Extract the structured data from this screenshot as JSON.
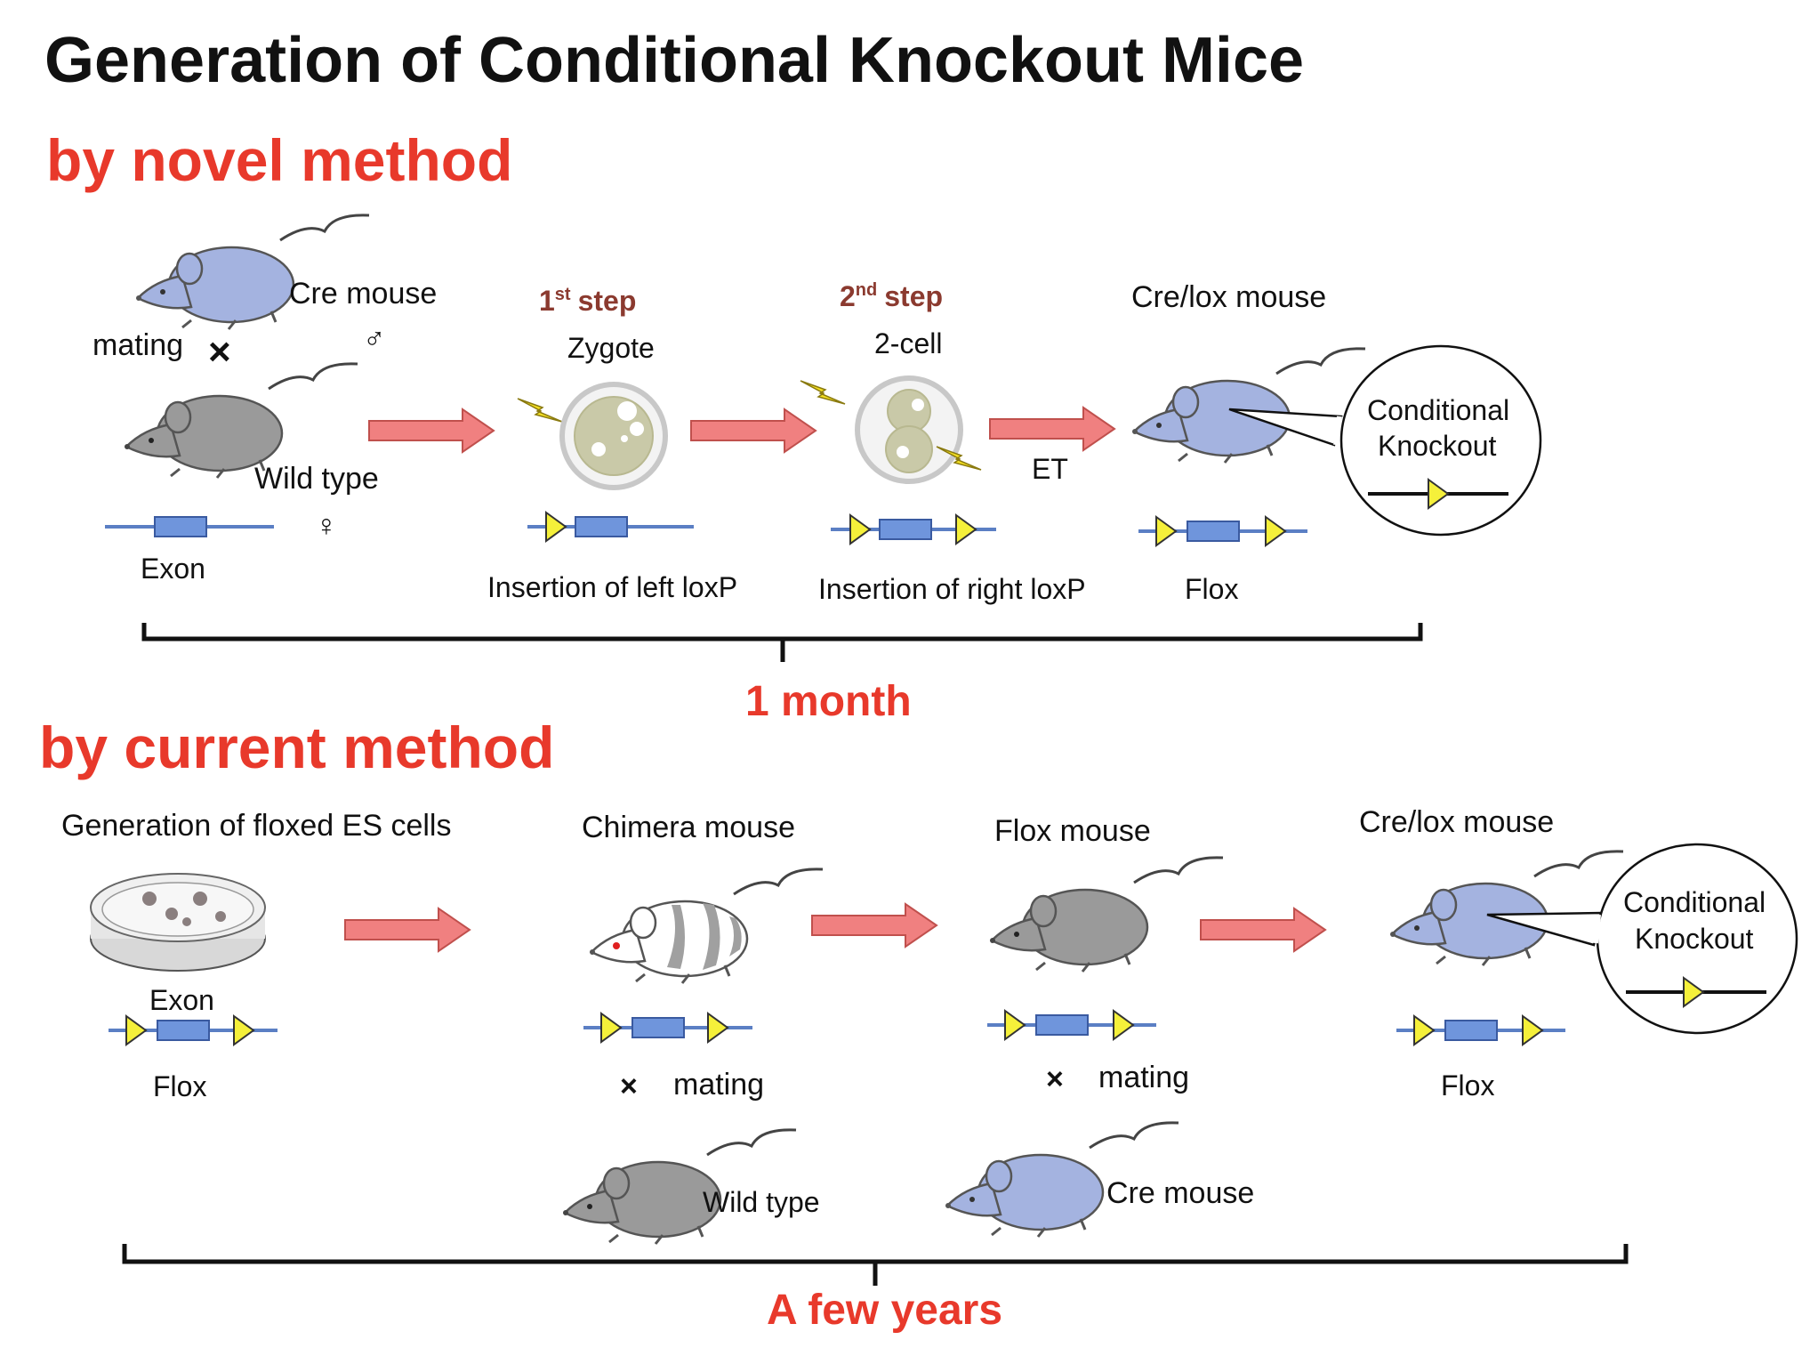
{
  "title": "Generation of Conditional Knockout Mice",
  "novel": {
    "heading": "by novel method",
    "cre_mouse": "Cre mouse",
    "mating": "mating",
    "cross_symbol": "×",
    "male_symbol": "♂",
    "female_symbol": "♀",
    "wild_type": "Wild type",
    "exon": "Exon",
    "step1_num": "1",
    "step1_sup": "st",
    "step1_word": "step",
    "zygote": "Zygote",
    "insertion_left": "Insertion of left loxP",
    "step2_num": "2",
    "step2_sup": "nd",
    "step2_word": "step",
    "two_cell": "2-cell",
    "insertion_right": "Insertion of right loxP",
    "et": "ET",
    "crelox_mouse": "Cre/lox mouse",
    "conditional": "Conditional",
    "knockout": "Knockout",
    "flox": "Flox",
    "duration": "1 month"
  },
  "current": {
    "heading": "by current method",
    "es_cells": "Generation of floxed ES cells",
    "exon": "Exon",
    "flox": "Flox",
    "chimera_mouse": "Chimera mouse",
    "cross1": "×",
    "mating1": "mating",
    "wild_type": "Wild type",
    "flox_mouse": "Flox mouse",
    "cross2": "×",
    "mating2": "mating",
    "cre_mouse": "Cre mouse",
    "crelox_mouse": "Cre/lox mouse",
    "conditional": "Conditional",
    "knockout": "Knockout",
    "flox2": "Flox",
    "duration": "A few years"
  },
  "colors": {
    "accent_red": "#e8392b",
    "step_brown": "#8b3a2f",
    "arrow_fill": "#f08080",
    "arrow_stroke": "#c0504d",
    "mouse_blue": "#a4b3e0",
    "mouse_gray": "#9a9a9a",
    "dna_line": "#5b7fc4",
    "exon_box": "#6f95dc",
    "loxp": "#f5f03a"
  },
  "icons": [
    "blue-mouse-icon",
    "gray-mouse-icon",
    "chimera-mouse-icon",
    "zygote-cell-icon",
    "two-cell-embryo-icon",
    "lightning-icon",
    "petri-dish-icon",
    "loxp-triangle-icon",
    "process-arrow-icon"
  ]
}
